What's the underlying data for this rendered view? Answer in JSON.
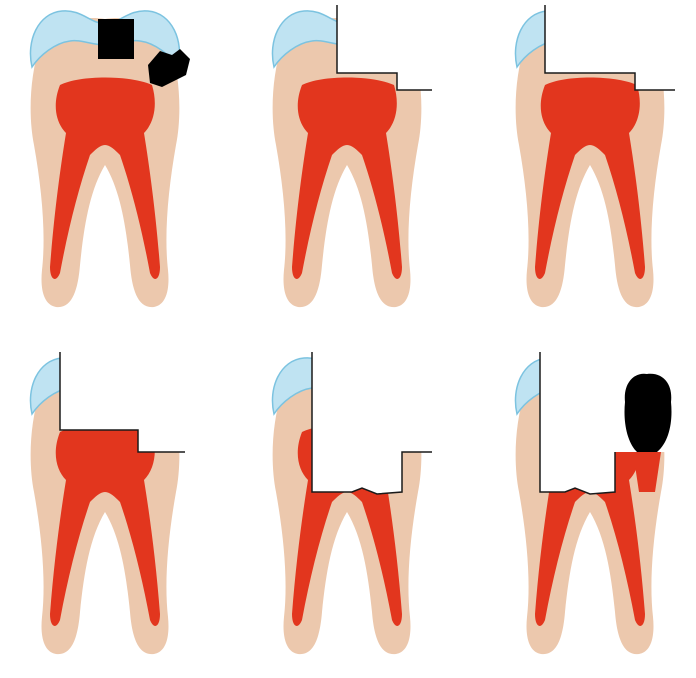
{
  "title": "",
  "panels": [
    {
      "id": "intact-with-caries",
      "caries": true,
      "coronal_missing": "none",
      "restoration": false
    },
    {
      "id": "cusp-reduction-1",
      "caries": false,
      "coronal_missing": "stepped-cavity",
      "restoration": false
    },
    {
      "id": "cusp-reduction-2",
      "caries": false,
      "coronal_missing": "mesial-half-flat",
      "restoration": false
    },
    {
      "id": "cusp-reduction-3",
      "caries": false,
      "coronal_missing": "deep-step",
      "restoration": false
    },
    {
      "id": "pulp-chamber-exposed",
      "caries": false,
      "coronal_missing": "to-chamber-floor",
      "restoration": false
    },
    {
      "id": "post-restoration",
      "caries": false,
      "coronal_missing": "to-chamber-floor",
      "restoration": true
    }
  ],
  "colors": {
    "enamel": "#bfe3f2",
    "enamel_edge": "#7cc3e0",
    "dentin": "#ecc8ad",
    "dentin_shade": "#d9a98a",
    "pulp": "#e2361e",
    "pulp_dark": "#a8160c",
    "caries": "#000000",
    "outline": "#1a1a1a",
    "background": "#ffffff"
  }
}
